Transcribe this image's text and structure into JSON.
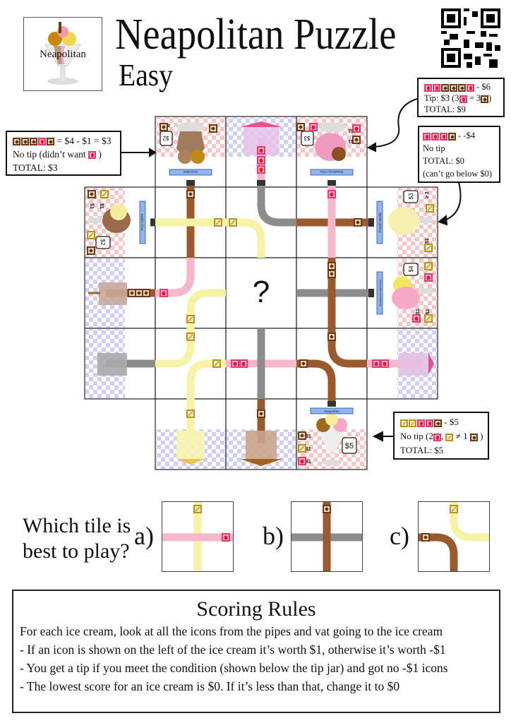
{
  "header": {
    "title": "Neapolitan Puzzle",
    "difficulty": "Easy",
    "logo_text": "Neapolitan",
    "qr_code": "qr-code"
  },
  "board": {
    "center_tile": "?",
    "ice_creams": [
      {
        "name": "Chocolate",
        "tip": "$2",
        "prices": [
          "$1"
        ],
        "condition": "≥ 3"
      },
      {
        "name": "Strawberry Choc",
        "tip": "$3",
        "prices": [
          "$1",
          "$1"
        ]
      },
      {
        "name": "Vanilla Choc",
        "tip": "$2",
        "prices": [
          "$1",
          "$1"
        ]
      },
      {
        "name": "French Vanilla",
        "tip": "$3",
        "prices": [
          "$1"
        ],
        "condition": "≥ 3"
      },
      {
        "name": "Strawberries and Cream",
        "tip": "$4",
        "prices": [
          "$1",
          "$1"
        ]
      },
      {
        "name": "Neapolitan",
        "tip": "$5",
        "prices": [
          "$1",
          "$1",
          "$1"
        ]
      }
    ],
    "colors": {
      "strawberry": "#f6b6cc",
      "chocolate": "#9b5a2e",
      "vanilla": "#f6f2a6",
      "empty": "#8c8c8c"
    }
  },
  "notes": [
    {
      "icons": [
        "choc",
        "choc",
        "choc",
        "straw",
        "choc"
      ],
      "lines": [
        "= $4 - $1 = $3",
        "No tip (didn’t want",
        ")",
        "TOTAL: $3"
      ]
    },
    {
      "icons": [
        "straw",
        "straw",
        "choc",
        "choc",
        "choc",
        "straw"
      ],
      "lines": [
        "- $6",
        "Tip: $3 (3",
        "= 3",
        ")",
        "TOTAL: $9"
      ]
    },
    {
      "icons": [
        "straw",
        "straw",
        "straw",
        "choc"
      ],
      "lines": [
        "- -$4",
        "No tip",
        "TOTAL: $0",
        "(can’t go below $0)"
      ]
    },
    {
      "icons": [
        "van",
        "van",
        "straw",
        "straw",
        "choc"
      ],
      "lines": [
        "- $5",
        "No tip (2",
        ",",
        "≠ 1",
        ")",
        "TOTAL: $5"
      ]
    }
  ],
  "question": {
    "line1": "Which tile is",
    "line2": "best to play?",
    "options": [
      {
        "label": "a)"
      },
      {
        "label": "b)"
      },
      {
        "label": "c)"
      }
    ]
  },
  "rules": {
    "title": "Scoring Rules",
    "lines": [
      "For each ice cream, look at all the icons from the pipes and vat going to the ice cream",
      "- If an icon is shown on the left of the ice cream it’s worth $1, otherwise it’s worth -$1",
      "- You get a tip if you meet the condition (shown below the tip jar) and got no -$1 icons",
      "- The lowest score for an ice cream is $0. If it’s less than that, change it to $0"
    ]
  }
}
